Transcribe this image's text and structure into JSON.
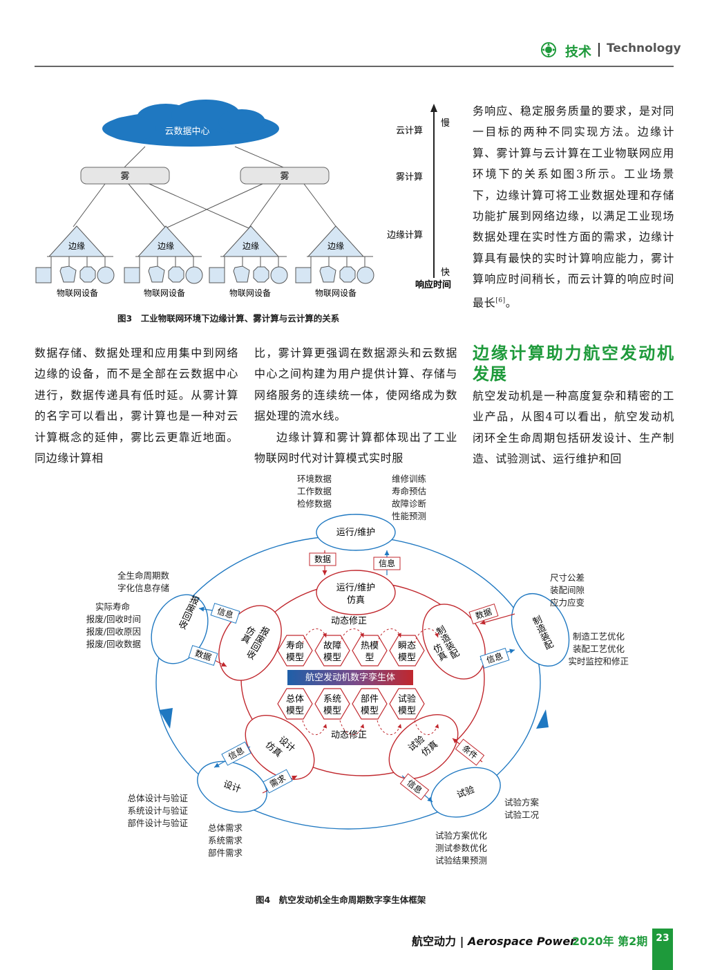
{
  "header": {
    "section_cn": "技术",
    "section_en": "Technology"
  },
  "right_top_text": "务响应、稳定服务质量的要求，是对同一目标的两种不同实现方法。边缘计算、雾计算与云计算在工业物联网应用环境下的关系如图3所示。工业场景下，边缘计算可将工业数据处理和存储功能扩展到网络边缘，以满足工业现场数据处理在实时性方面的需求，边缘计算具有最快的实时计算响应能力，雾计算响应时间稍长，而云计算的响应时间最长",
  "right_top_ref": "[6]",
  "right_top_end": "。",
  "col1_text": "数据存储、数据处理和应用集中到网络边缘的设备，而不是全部在云数据中心进行，数据传递具有低时延。从雾计算的名字可以看出，雾计算也是一种对云计算概念的延伸，雾比云更靠近地面。同边缘计算相",
  "col2_p1": "比，雾计算更强调在数据源头和云数据中心之间构建为用户提供计算、存储与网络服务的连续统一体，使网络成为数据处理的流水线。",
  "col2_p2": "边缘计算和雾计算都体现出了工业物联网时代对计算模式实时服",
  "col3_heading": "边缘计算助力航空发动机发展",
  "col3_text": "航空发动机是一种高度复杂和精密的工业产品，从图4可以看出，航空发动机闭环全生命周期包括研发设计、生产制造、试验测试、运行维护和回",
  "figure3": {
    "caption": "图3　工业物联网环境下边缘计算、雾计算与云计算的关系",
    "cloud": "云数据中心",
    "fog": "雾",
    "edge": "边缘",
    "device_label": "物联网设备",
    "levels": [
      "云计算",
      "雾计算",
      "边缘计算"
    ],
    "slow": "慢",
    "fast": "快",
    "axis_label": "响应时间"
  },
  "figure4": {
    "caption": "图4　航空发动机全生命周期数字孪生体框架",
    "center": "航空发动机数字孪生体",
    "models_top": [
      "寿命模型",
      "故障模型",
      "热模型",
      "瞬态模型"
    ],
    "models_bottom": [
      "总体模型",
      "系统模型",
      "部件模型",
      "试验模型"
    ],
    "dynamic_fix": "动态修正",
    "outer": {
      "ops": "运行/维护",
      "mfg": "制造装配",
      "test": "试验",
      "design": "设计",
      "scrap": "报废回收"
    },
    "inner": {
      "ops": "运行/维护仿真",
      "mfg": "制造装配仿真",
      "test": "试验仿真",
      "design": "设计仿真",
      "scrap": "报废回收仿真"
    },
    "flow": {
      "data": "数据",
      "info": "信息",
      "need": "需求",
      "cond": "条件"
    },
    "annotations": {
      "ops_left": [
        "环境数据",
        "工作数据",
        "检修数据"
      ],
      "ops_right": [
        "维修训练",
        "寿命预估",
        "故障诊断",
        "性能预测"
      ],
      "mfg_top": [
        "尺寸公差",
        "装配间隙",
        "应力应变"
      ],
      "mfg_right": [
        "制造工艺优化",
        "装配工艺优化",
        "实时监控和修正"
      ],
      "scrap_top": [
        "全生命周期数",
        "字化信息存储"
      ],
      "scrap_left": [
        "实际寿命",
        "报废/回收时间",
        "报废/回收原因",
        "报废/回收数据"
      ],
      "design_left": [
        "总体设计与验证",
        "系统设计与验证",
        "部件设计与验证"
      ],
      "design_bottom": [
        "总体需求",
        "系统需求",
        "部件需求"
      ],
      "test_right": [
        "试验方案",
        "试验工况"
      ],
      "test_bottom": [
        "试验方案优化",
        "测试参数优化",
        "试验结果预测"
      ]
    }
  },
  "footer": {
    "journal_cn": "航空动力",
    "journal_en": "Aerospace Power",
    "issue": "2020年 第2期",
    "page": "23"
  },
  "colors": {
    "green": "#1e9a3b",
    "blue": "#1f78c1",
    "red": "#c0272d"
  }
}
